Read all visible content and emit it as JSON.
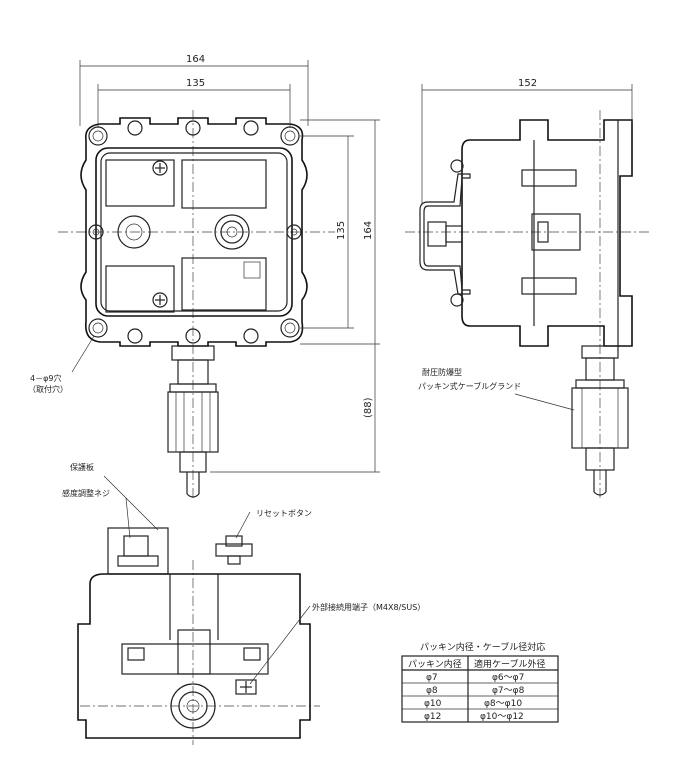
{
  "dimensions": {
    "front_width_outer": "164",
    "front_width_inner": "135",
    "front_height_inner": "135",
    "front_height_outer": "164",
    "side_width": "152",
    "gland_length": "(88)"
  },
  "labels": {
    "mount_holes_line1": "4－φ9穴",
    "mount_holes_line2": "（取付穴）",
    "gland_line1": "耐圧防爆型",
    "gland_line2": "パッキン式ケーブルグランド",
    "protect_plate": "保護板",
    "sensitivity_screw": "感度調整ネジ",
    "reset_button": "リセットボタン",
    "ground_terminal": "外部接続用端子（M4X8/SUS）"
  },
  "table": {
    "title": "パッキン内径・ケーブル径対応",
    "headers": [
      "パッキン内径",
      "適用ケーブル外径"
    ],
    "rows": [
      [
        "φ7",
        "φ6～φ7"
      ],
      [
        "φ8",
        "φ7～φ8"
      ],
      [
        "φ10",
        "φ8～φ10"
      ],
      [
        "φ12",
        "φ10～φ12"
      ]
    ]
  }
}
